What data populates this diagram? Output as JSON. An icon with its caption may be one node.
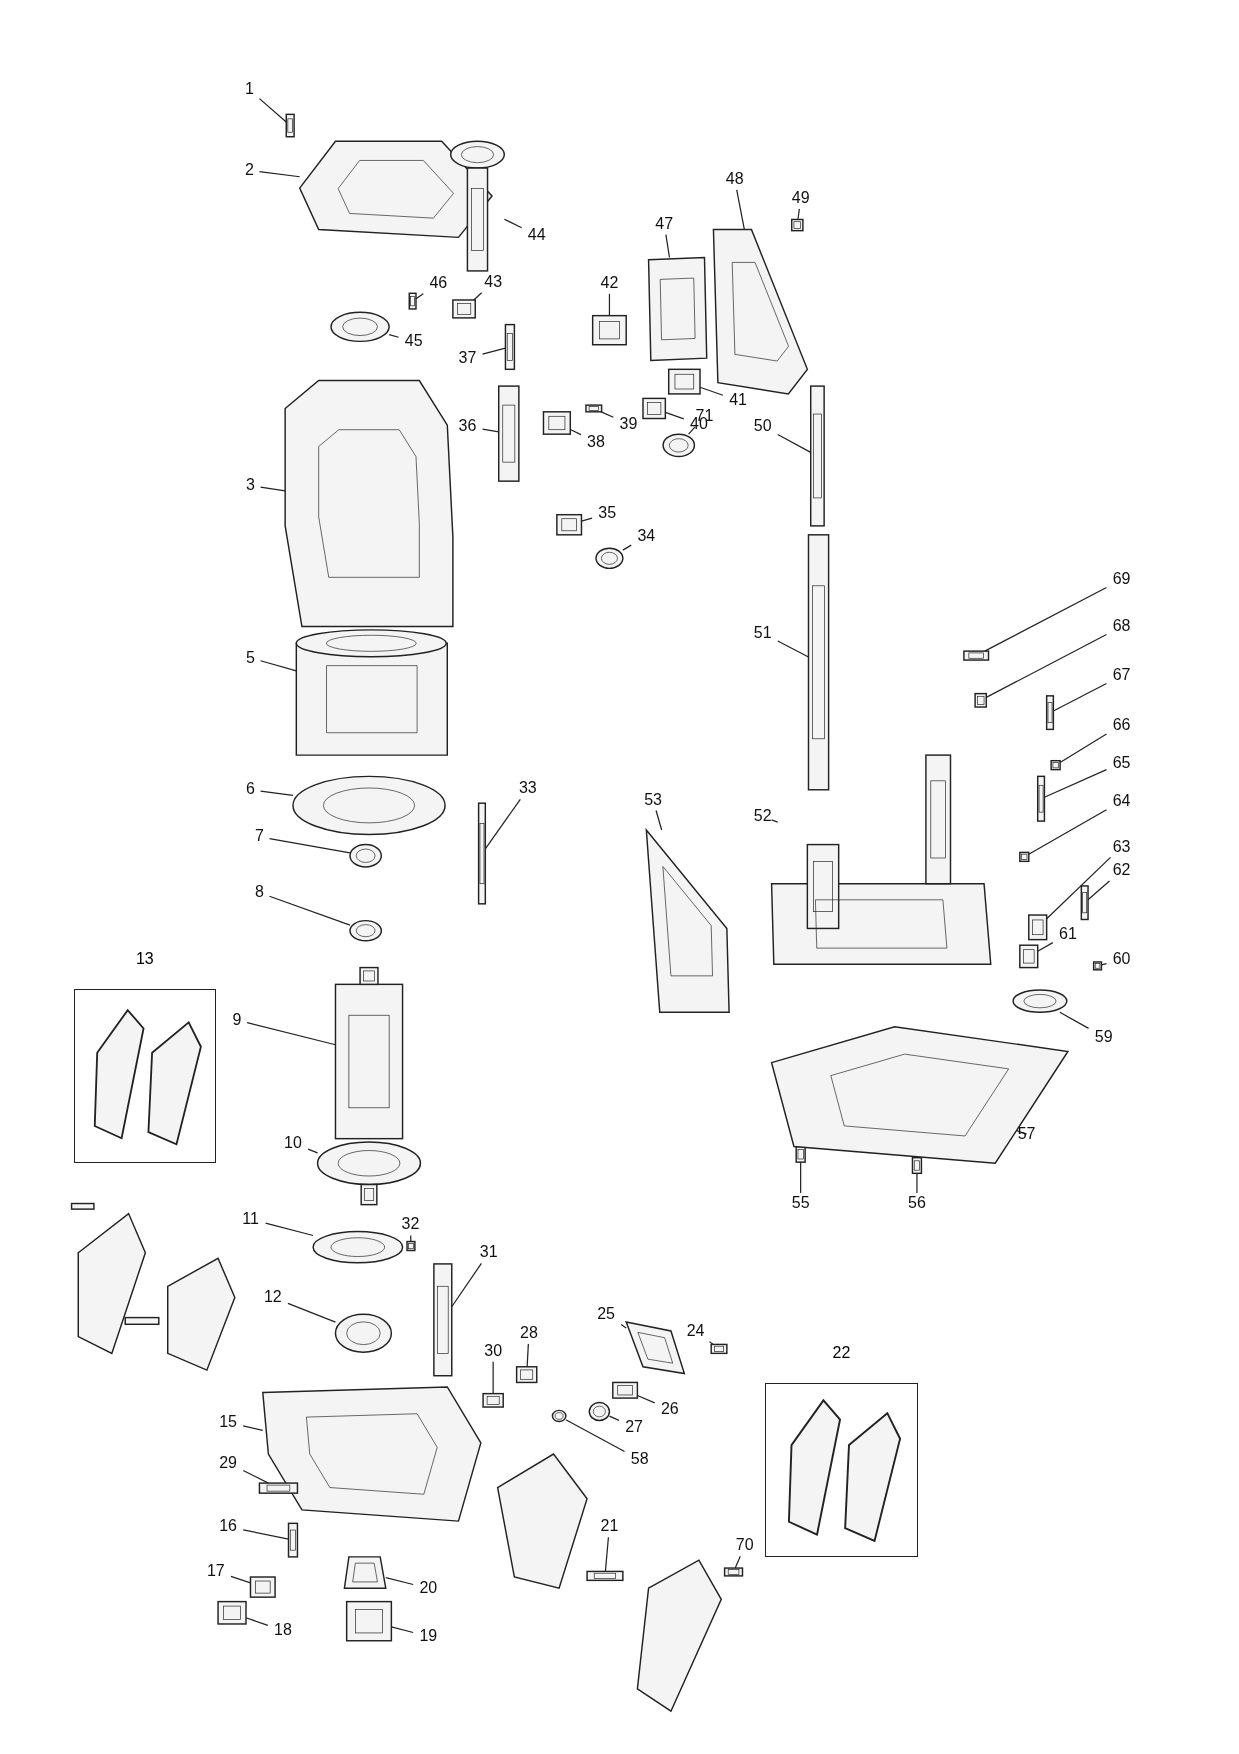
{
  "diagram": {
    "nodes": [
      {
        "text": [
          "1"
        ]
      },
      {
        "text": [
          "2"
        ]
      },
      {
        "text": [
          "3"
        ]
      },
      {
        "text": [
          "5"
        ]
      },
      {
        "text": [
          "6"
        ]
      },
      {
        "text": [
          "7"
        ]
      },
      {
        "text": [
          "8"
        ]
      },
      {
        "text": [
          "9"
        ]
      },
      {
        "text": [
          "10"
        ]
      },
      {
        "text": [
          "11"
        ]
      },
      {
        "text": [
          "12"
        ]
      },
      {
        "text": [
          "13"
        ]
      },
      {
        "text": [
          "15"
        ]
      },
      {
        "text": [
          "16"
        ]
      },
      {
        "text": [
          "17"
        ]
      },
      {
        "text": [
          "18"
        ]
      },
      {
        "text": [
          "19"
        ]
      },
      {
        "text": [
          "20"
        ]
      },
      {
        "text": [
          "21"
        ]
      },
      {
        "text": [
          "22"
        ]
      },
      {
        "text": [
          "24"
        ]
      },
      {
        "text": [
          "25"
        ]
      },
      {
        "text": [
          "26"
        ]
      },
      {
        "text": [
          "27"
        ]
      },
      {
        "text": [
          "28"
        ]
      },
      {
        "text": [
          "29"
        ]
      },
      {
        "text": [
          "30"
        ]
      },
      {
        "text": [
          "31"
        ]
      },
      {
        "text": [
          "32"
        ]
      },
      {
        "text": [
          "33"
        ]
      },
      {
        "text": [
          "34"
        ]
      },
      {
        "text": [
          "35"
        ]
      },
      {
        "text": [
          "36"
        ]
      },
      {
        "text": [
          "37"
        ]
      },
      {
        "text": [
          "38"
        ]
      },
      {
        "text": [
          "39"
        ]
      },
      {
        "text": [
          "40"
        ]
      },
      {
        "text": [
          "41"
        ]
      },
      {
        "text": [
          "42"
        ]
      },
      {
        "text": [
          "43"
        ]
      },
      {
        "text": [
          "44"
        ]
      },
      {
        "text": [
          "45"
        ]
      },
      {
        "text": [
          "46"
        ]
      },
      {
        "text": [
          "47"
        ]
      },
      {
        "text": [
          "48"
        ]
      },
      {
        "text": [
          "49"
        ]
      },
      {
        "text": [
          "50"
        ]
      },
      {
        "text": [
          "51"
        ]
      },
      {
        "text": [
          "52"
        ]
      },
      {
        "text": [
          "53"
        ]
      },
      {
        "text": [
          "55"
        ]
      },
      {
        "text": [
          "56"
        ]
      },
      {
        "text": [
          "57"
        ]
      },
      {
        "text": [
          "58"
        ]
      },
      {
        "text": [
          "59"
        ]
      },
      {
        "text": [
          "60"
        ]
      },
      {
        "text": [
          "61"
        ]
      },
      {
        "text": [
          "62"
        ]
      },
      {
        "text": [
          "63"
        ]
      },
      {
        "text": [
          "64"
        ]
      },
      {
        "text": [
          "65"
        ]
      },
      {
        "text": [
          "66"
        ]
      },
      {
        "text": [
          "67"
        ]
      },
      {
        "text": [
          "68"
        ]
      },
      {
        "text": [
          "69"
        ]
      },
      {
        "text": [
          "70"
        ]
      },
      {
        "text": [
          "71"
        ]
      },
      {
        "text": [],
        "shape": "picture"
      },
      {
        "text": [],
        "shape": "picture"
      },
      {
        "text": [],
        "shape": "picture"
      },
      {
        "text": [],
        "shape": "picture"
      },
      {
        "text": [],
        "shape": "picture"
      },
      {
        "text": [],
        "shape": "picture"
      },
      {
        "text": [],
        "shape": "picture"
      },
      {
        "text": [],
        "shape": "picture"
      },
      {
        "text": [],
        "shape": "picture"
      },
      {
        "text": [],
        "shape": "picture"
      },
      {
        "text": [],
        "shape": "picture"
      },
      {
        "text": [],
        "shape": "picture"
      },
      {
        "text": [],
        "shape": "picture"
      },
      {
        "text": [],
        "shape": "picture"
      },
      {
        "text": [],
        "shape": "picture"
      },
      {
        "text": [],
        "shape": "picture"
      },
      {
        "text": [],
        "shape": "picture"
      },
      {
        "text": [],
        "shape": "picture"
      },
      {
        "text": [],
        "shape": "picture"
      },
      {
        "text": [],
        "shape": "picture"
      },
      {
        "text": [],
        "shape": "picture"
      },
      {
        "text": [],
        "shape": "picture"
      },
      {
        "text": [],
        "shape": "picture"
      },
      {
        "text": [],
        "shape": "picture"
      },
      {
        "text": [],
        "shape": "picture"
      },
      {
        "text": [],
        "shape": "picture"
      },
      {
        "text": [],
        "shape": "picture"
      },
      {
        "text": [],
        "shape": "picture"
      },
      {
        "text": [],
        "shape": "picture"
      },
      {
        "text": [],
        "shape": "picture"
      },
      {
        "text": [],
        "shape": "picture"
      },
      {
        "text": [],
        "shape": "picture"
      },
      {
        "text": [],
        "shape": "picture"
      },
      {
        "text": [],
        "shape": "picture"
      },
      {
        "text": [],
        "shape": "picture"
      },
      {
        "text": [],
        "shape": "picture"
      },
      {
        "text": [],
        "shape": "picture"
      },
      {
        "text": [],
        "shape": "picture"
      },
      {
        "text": [],
        "shape": "picture"
      },
      {
        "text": [],
        "shape": "picture"
      },
      {
        "text": [],
        "shape": "picture"
      },
      {
        "text": [],
        "shape": "picture"
      },
      {
        "text": [],
        "shape": "picture"
      },
      {
        "text": [],
        "shape": "picture"
      },
      {
        "text": [],
        "shape": "picture"
      },
      {
        "text": [],
        "shape": "picture"
      },
      {
        "text": [],
        "shape": "picture"
      },
      {
        "text": [],
        "shape": "picture"
      },
      {
        "text": [],
        "shape": "picture"
      },
      {
        "text": [],
        "shape": "picture"
      },
      {
        "text": [],
        "shape": "picture"
      },
      {
        "text": [],
        "shape": "picture"
      },
      {
        "text": [],
        "shape": "picture"
      },
      {
        "text": [],
        "shape": "picture"
      },
      {
        "text": [],
        "shape": "picture"
      },
      {
        "text": [],
        "shape": "picture"
      },
      {
        "text": [],
        "shape": "picture"
      },
      {
        "text": [],
        "shape": "picture"
      },
      {
        "text": [],
        "shape": "picture"
      },
      {
        "text": [],
        "shape": "picture"
      },
      {
        "text": [],
        "shape": "picture"
      },
      {
        "text": [],
        "shape": "picture"
      },
      {
        "text": [],
        "shape": "picture"
      },
      {
        "text": [],
        "shape": "picture"
      },
      {
        "text": [],
        "shape": "picture"
      }
    ],
    "edges": [
      {
        "from": 0,
        "to": 67,
        "arrow": "none"
      },
      {
        "from": 1,
        "to": 68,
        "arrow": "none"
      },
      {
        "from": 2,
        "to": 69,
        "arrow": "none"
      },
      {
        "from": 3,
        "to": 70,
        "arrow": "none"
      },
      {
        "from": 4,
        "to": 71,
        "arrow": "none"
      },
      {
        "from": 5,
        "to": 72,
        "arrow": "none"
      },
      {
        "from": 6,
        "to": 73,
        "arrow": "none"
      },
      {
        "from": 7,
        "to": 74,
        "arrow": "none"
      },
      {
        "from": 8,
        "to": 75,
        "arrow": "none"
      },
      {
        "from": 9,
        "to": 76,
        "arrow": "none"
      },
      {
        "from": 10,
        "to": 77,
        "arrow": "none"
      },
      {
        "from": 12,
        "to": 78,
        "arrow": "none"
      },
      {
        "from": 13,
        "to": 79,
        "arrow": "none"
      },
      {
        "from": 14,
        "to": 80,
        "arrow": "none"
      },
      {
        "from": 15,
        "to": 81,
        "arrow": "none"
      },
      {
        "from": 16,
        "to": 82,
        "arrow": "none"
      },
      {
        "from": 17,
        "to": 83,
        "arrow": "none"
      },
      {
        "from": 18,
        "to": 84,
        "arrow": "none"
      },
      {
        "from": 20,
        "to": 85,
        "arrow": "none"
      },
      {
        "from": 21,
        "to": 86,
        "arrow": "none"
      },
      {
        "from": 22,
        "to": 87,
        "arrow": "none"
      },
      {
        "from": 23,
        "to": 88,
        "arrow": "none"
      },
      {
        "from": 24,
        "to": 89,
        "arrow": "none"
      },
      {
        "from": 25,
        "to": 90,
        "arrow": "none"
      },
      {
        "from": 26,
        "to": 91,
        "arrow": "none"
      },
      {
        "from": 27,
        "to": 92,
        "arrow": "none"
      },
      {
        "from": 28,
        "to": 93,
        "arrow": "none"
      },
      {
        "from": 29,
        "to": 94,
        "arrow": "none"
      },
      {
        "from": 30,
        "to": 95,
        "arrow": "none"
      },
      {
        "from": 31,
        "to": 96,
        "arrow": "none"
      },
      {
        "from": 32,
        "to": 97,
        "arrow": "none"
      },
      {
        "from": 33,
        "to": 98,
        "arrow": "none"
      },
      {
        "from": 34,
        "to": 99,
        "arrow": "none"
      },
      {
        "from": 35,
        "to": 100,
        "arrow": "none"
      },
      {
        "from": 36,
        "to": 101,
        "arrow": "none"
      },
      {
        "from": 37,
        "to": 102,
        "arrow": "none"
      },
      {
        "from": 38,
        "to": 103,
        "arrow": "none"
      },
      {
        "from": 39,
        "to": 104,
        "arrow": "none"
      },
      {
        "from": 40,
        "to": 105,
        "arrow": "none"
      },
      {
        "from": 41,
        "to": 106,
        "arrow": "none"
      },
      {
        "from": 42,
        "to": 107,
        "arrow": "none"
      },
      {
        "from": 43,
        "to": 108,
        "arrow": "none"
      },
      {
        "from": 44,
        "to": 109,
        "arrow": "none"
      },
      {
        "from": 45,
        "to": 110,
        "arrow": "none"
      },
      {
        "from": 46,
        "to": 111,
        "arrow": "none"
      },
      {
        "from": 47,
        "to": 112,
        "arrow": "none"
      },
      {
        "from": 48,
        "to": 113,
        "arrow": "none"
      },
      {
        "from": 49,
        "to": 114,
        "arrow": "none"
      },
      {
        "from": 50,
        "to": 115,
        "arrow": "none"
      },
      {
        "from": 51,
        "to": 116,
        "arrow": "none"
      },
      {
        "from": 52,
        "to": 117,
        "arrow": "none"
      },
      {
        "from": 53,
        "to": 118,
        "arrow": "none"
      },
      {
        "from": 54,
        "to": 119,
        "arrow": "none"
      },
      {
        "from": 55,
        "to": 120,
        "arrow": "none"
      },
      {
        "from": 56,
        "to": 121,
        "arrow": "none"
      },
      {
        "from": 57,
        "to": 122,
        "arrow": "none"
      },
      {
        "from": 58,
        "to": 123,
        "arrow": "none"
      },
      {
        "from": 59,
        "to": 124,
        "arrow": "none"
      },
      {
        "from": 60,
        "to": 125,
        "arrow": "none"
      },
      {
        "from": 61,
        "to": 126,
        "arrow": "none"
      },
      {
        "from": 62,
        "to": 127,
        "arrow": "none"
      },
      {
        "from": 63,
        "to": 128,
        "arrow": "none"
      },
      {
        "from": 64,
        "to": 129,
        "arrow": "none"
      },
      {
        "from": 65,
        "to": 130,
        "arrow": "none"
      },
      {
        "from": 66,
        "to": 131,
        "arrow": "none"
      }
    ]
  }
}
